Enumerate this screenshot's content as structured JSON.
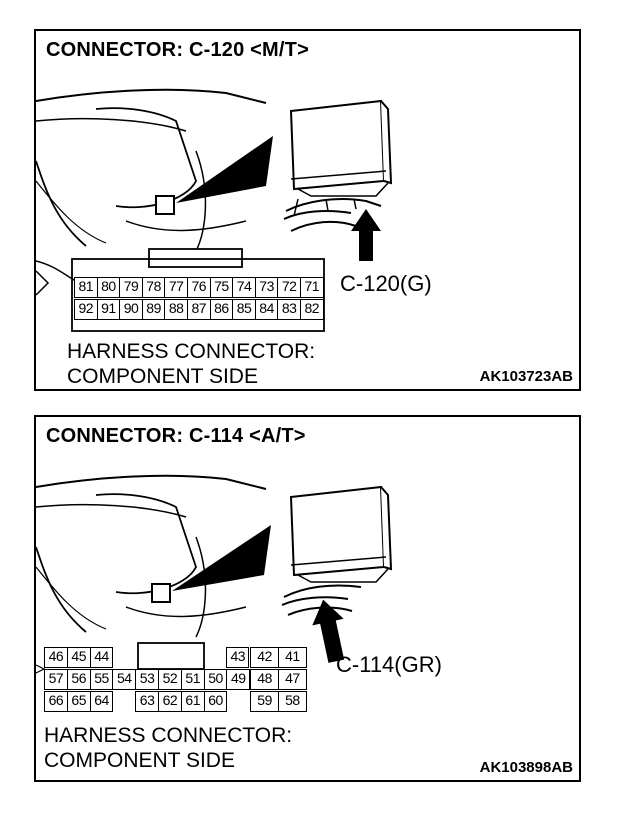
{
  "panels": [
    {
      "title": "CONNECTOR: C-120 <M/T>",
      "connector_label": "C-120(G)",
      "caption_line1": "HARNESS CONNECTOR:",
      "caption_line2": "COMPONENT SIDE",
      "code": "AK103723AB",
      "pins_row1": [
        "81",
        "80",
        "79",
        "78",
        "77",
        "76",
        "75",
        "74",
        "73",
        "72",
        "71"
      ],
      "pins_row2": [
        "92",
        "91",
        "90",
        "89",
        "88",
        "87",
        "86",
        "85",
        "84",
        "83",
        "82"
      ]
    },
    {
      "title": "CONNECTOR: C-114 <A/T>",
      "connector_label": "C-114(GR)",
      "caption_line1": "HARNESS CONNECTOR:",
      "caption_line2": "COMPONENT SIDE",
      "code": "AK103898AB",
      "pins_row1_left": [
        "46",
        "45",
        "44"
      ],
      "pins_row1_right": [
        "43",
        "42",
        "41"
      ],
      "pins_row2": [
        "57",
        "56",
        "55",
        "54",
        "53",
        "52",
        "51",
        "50",
        "49",
        "48",
        "47"
      ],
      "pins_row3_left": [
        "66",
        "65",
        "64"
      ],
      "pins_row3_mid": [
        "63",
        "62",
        "61",
        "60"
      ],
      "pins_row3_right": [
        "59",
        "58"
      ]
    }
  ]
}
